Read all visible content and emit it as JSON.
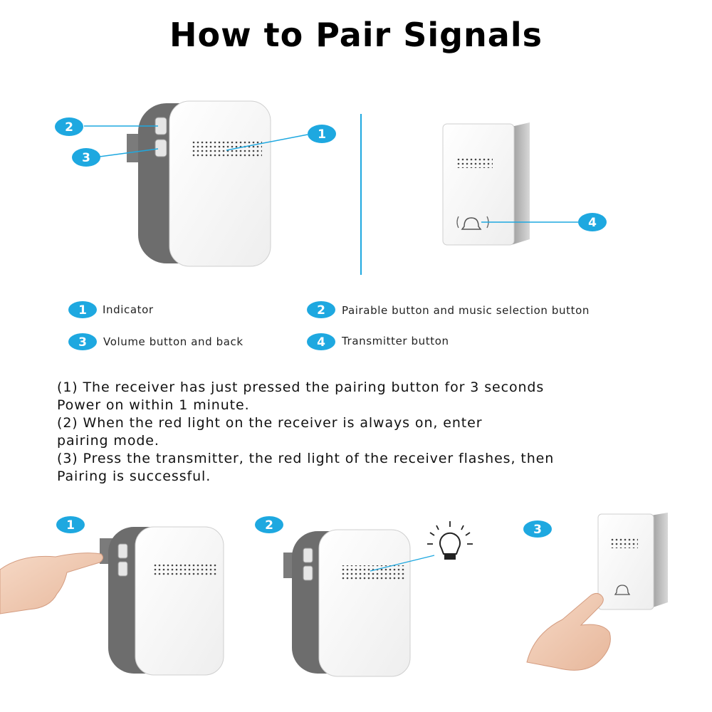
{
  "title": "How to Pair Signals",
  "callouts": {
    "c1": "1",
    "c2": "2",
    "c3": "3",
    "c4": "4"
  },
  "legend": [
    {
      "number": "1",
      "label": "Indicator"
    },
    {
      "number": "2",
      "label": "Pairable button and music selection button"
    },
    {
      "number": "3",
      "label": "Volume button and back"
    },
    {
      "number": "4",
      "label": "Transmitter button"
    }
  ],
  "instructions": [
    "(1) The receiver has just pressed the pairing button for 3 seconds",
    "Power on within 1 minute.",
    "(2) When the red light on the receiver is always on, enter",
    "pairing mode.",
    "(3) Press the transmitter, the red light of the receiver flashes, then",
    "Pairing is successful."
  ],
  "steps": {
    "s1": "1",
    "s2": "2",
    "s3": "3"
  },
  "colors": {
    "accent": "#1ea8e0",
    "device_gray": "#6b6b6b",
    "device_white": "#ffffff"
  }
}
